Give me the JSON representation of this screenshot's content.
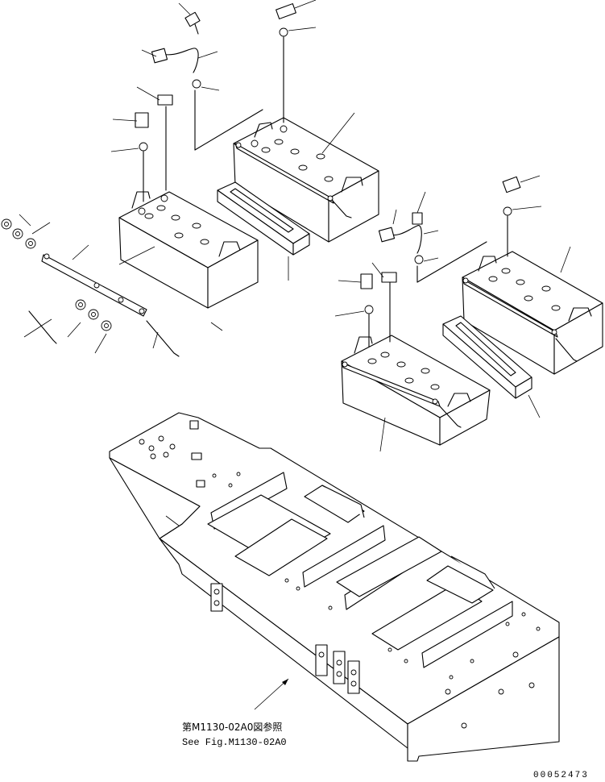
{
  "reference": {
    "line_ja": "第M1130-02A0図参照",
    "line_en": "See Fig.M1130-02A0"
  },
  "drawing_code": "00052473"
}
